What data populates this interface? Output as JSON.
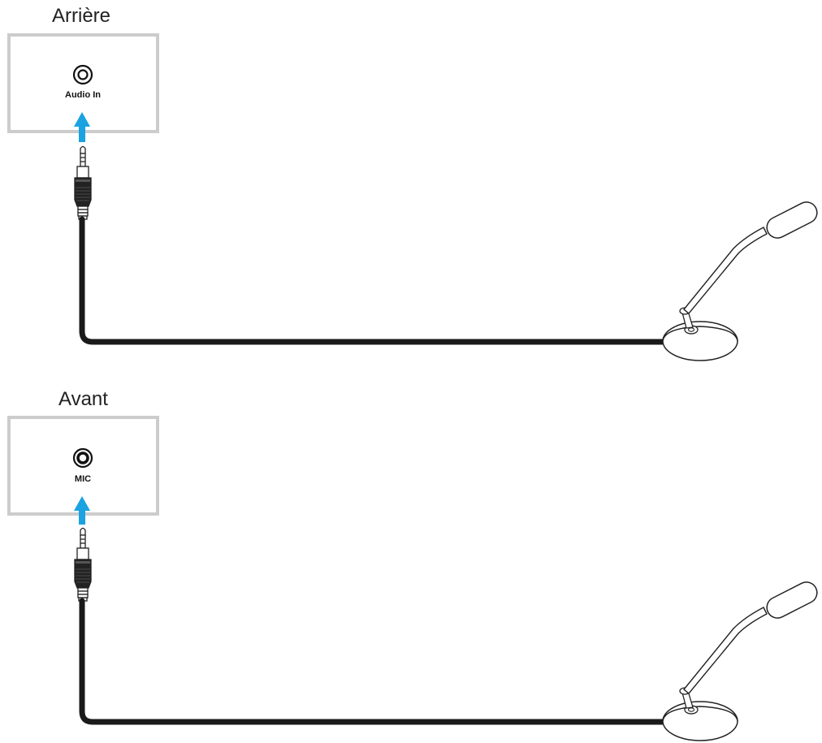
{
  "sections": [
    {
      "id": "rear",
      "title": "Arrière",
      "port_label": "Audio In",
      "port_icon": "audio-jack-icon"
    },
    {
      "id": "front",
      "title": "Avant",
      "port_label": "MIC",
      "port_icon": "audio-jack-icon"
    }
  ],
  "colors": {
    "panel_border": "#cccccc",
    "arrow": "#1aa3e0",
    "cable": "#1a1a1a",
    "outline": "#222222"
  },
  "devices": [
    "microphone-icon",
    "3.5mm-plug-icon"
  ]
}
